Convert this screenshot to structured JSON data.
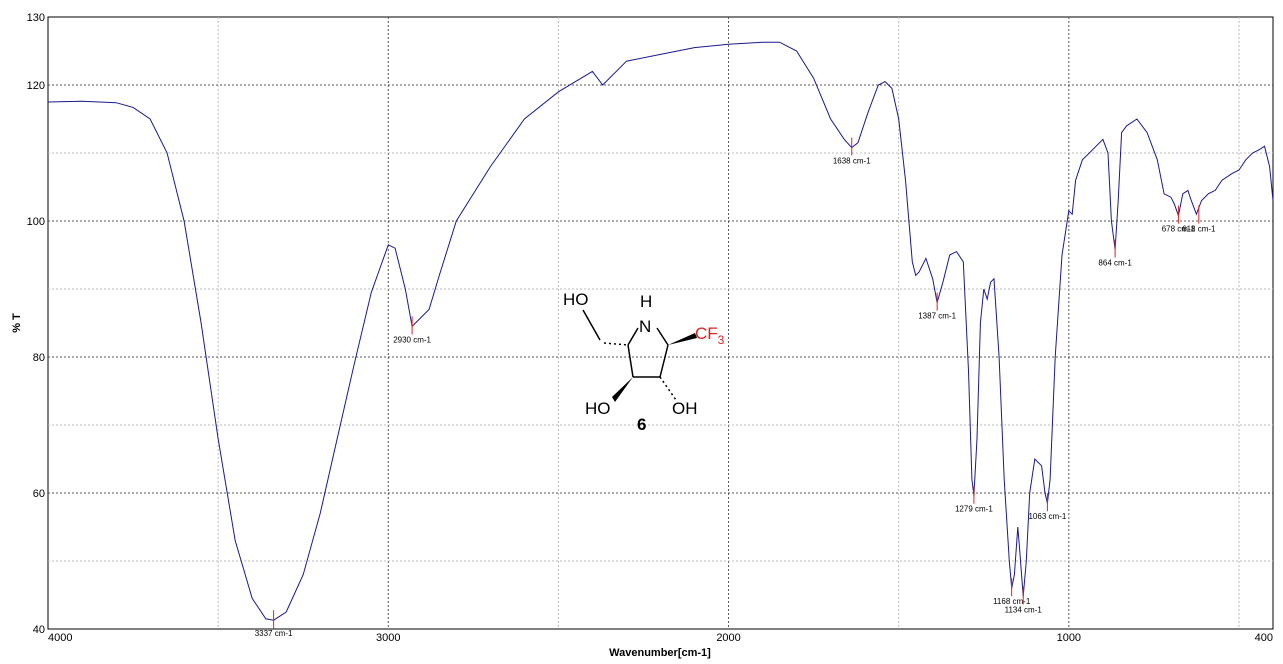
{
  "chart_data": {
    "type": "line",
    "xlabel": "Wavenumber[cm-1]",
    "ylabel": "% T",
    "xlim": [
      4000,
      400
    ],
    "ylim": [
      40,
      130
    ],
    "x_reversed": true,
    "grid": true,
    "x_ticks": [
      4000,
      3000,
      2000,
      1000,
      400
    ],
    "y_ticks": [
      40,
      60,
      80,
      100,
      120,
      130
    ],
    "series": [
      {
        "color": "#1a1a8c",
        "points": [
          [
            4000,
            117.5
          ],
          [
            3900,
            117.6
          ],
          [
            3800,
            117.4
          ],
          [
            3750,
            116.7
          ],
          [
            3700,
            115.0
          ],
          [
            3650,
            110.0
          ],
          [
            3600,
            100.0
          ],
          [
            3550,
            85.0
          ],
          [
            3500,
            68.0
          ],
          [
            3450,
            53.0
          ],
          [
            3400,
            44.5
          ],
          [
            3360,
            41.5
          ],
          [
            3337,
            41.3
          ],
          [
            3300,
            42.5
          ],
          [
            3250,
            48.0
          ],
          [
            3200,
            57.0
          ],
          [
            3150,
            68.0
          ],
          [
            3100,
            79.0
          ],
          [
            3050,
            89.5
          ],
          [
            3000,
            96.5
          ],
          [
            2980,
            96.0
          ],
          [
            2950,
            90.0
          ],
          [
            2930,
            84.5
          ],
          [
            2910,
            85.5
          ],
          [
            2880,
            87.0
          ],
          [
            2850,
            92.0
          ],
          [
            2800,
            100.0
          ],
          [
            2700,
            108.0
          ],
          [
            2600,
            115.0
          ],
          [
            2500,
            119.0
          ],
          [
            2400,
            122.0
          ],
          [
            2370,
            120.0
          ],
          [
            2300,
            123.5
          ],
          [
            2200,
            124.5
          ],
          [
            2100,
            125.5
          ],
          [
            2000,
            126.0
          ],
          [
            1900,
            126.3
          ],
          [
            1850,
            126.3
          ],
          [
            1800,
            125.0
          ],
          [
            1750,
            121.0
          ],
          [
            1700,
            115.0
          ],
          [
            1660,
            112.0
          ],
          [
            1638,
            110.8
          ],
          [
            1620,
            111.5
          ],
          [
            1590,
            116.0
          ],
          [
            1560,
            120.0
          ],
          [
            1540,
            120.5
          ],
          [
            1520,
            119.5
          ],
          [
            1500,
            115.0
          ],
          [
            1480,
            106.0
          ],
          [
            1460,
            94.0
          ],
          [
            1450,
            92.0
          ],
          [
            1440,
            92.5
          ],
          [
            1420,
            94.5
          ],
          [
            1400,
            91.5
          ],
          [
            1387,
            88.0
          ],
          [
            1370,
            91.0
          ],
          [
            1350,
            95.0
          ],
          [
            1330,
            95.5
          ],
          [
            1310,
            94.0
          ],
          [
            1295,
            78.0
          ],
          [
            1285,
            62.0
          ],
          [
            1279,
            59.6
          ],
          [
            1270,
            68.0
          ],
          [
            1260,
            85.0
          ],
          [
            1250,
            90.0
          ],
          [
            1240,
            88.5
          ],
          [
            1230,
            91.0
          ],
          [
            1220,
            91.5
          ],
          [
            1205,
            80.0
          ],
          [
            1190,
            62.0
          ],
          [
            1175,
            50.0
          ],
          [
            1168,
            46.0
          ],
          [
            1160,
            48.0
          ],
          [
            1150,
            55.0
          ],
          [
            1145,
            52.0
          ],
          [
            1134,
            44.8
          ],
          [
            1125,
            50.0
          ],
          [
            1115,
            60.0
          ],
          [
            1100,
            65.0
          ],
          [
            1080,
            64.0
          ],
          [
            1070,
            60.0
          ],
          [
            1063,
            58.5
          ],
          [
            1055,
            62.0
          ],
          [
            1040,
            80.0
          ],
          [
            1020,
            95.0
          ],
          [
            1000,
            101.5
          ],
          [
            990,
            101.0
          ],
          [
            980,
            106.0
          ],
          [
            960,
            109.0
          ],
          [
            940,
            110.0
          ],
          [
            920,
            111.0
          ],
          [
            900,
            112.0
          ],
          [
            885,
            110.0
          ],
          [
            875,
            100.0
          ],
          [
            864,
            95.8
          ],
          [
            855,
            103.0
          ],
          [
            845,
            113.0
          ],
          [
            830,
            114.0
          ],
          [
            800,
            115.0
          ],
          [
            770,
            113.0
          ],
          [
            740,
            109.0
          ],
          [
            720,
            104.0
          ],
          [
            700,
            103.5
          ],
          [
            690,
            102.5
          ],
          [
            678,
            100.8
          ],
          [
            665,
            104.0
          ],
          [
            650,
            104.5
          ],
          [
            640,
            103.0
          ],
          [
            625,
            101.0
          ],
          [
            610,
            103.0
          ],
          [
            590,
            104.0
          ],
          [
            570,
            104.5
          ],
          [
            550,
            106.0
          ],
          [
            520,
            107.0
          ],
          [
            500,
            107.5
          ],
          [
            480,
            109.0
          ],
          [
            460,
            110.0
          ],
          [
            440,
            110.5
          ],
          [
            425,
            111.0
          ],
          [
            410,
            108.0
          ],
          [
            400,
            103.0
          ]
        ]
      }
    ],
    "annotations": [
      {
        "x": 3337,
        "y": 41.3,
        "label": "3337 cm-1"
      },
      {
        "x": 2930,
        "y": 84.5,
        "label": "2930 cm-1"
      },
      {
        "x": 1638,
        "y": 110.8,
        "label": "1638 cm-1"
      },
      {
        "x": 1387,
        "y": 88.0,
        "label": "1387 cm-1"
      },
      {
        "x": 1279,
        "y": 59.6,
        "label": "1279 cm-1"
      },
      {
        "x": 1168,
        "y": 46.0,
        "label": "1168 cm-1"
      },
      {
        "x": 1134,
        "y": 44.8,
        "label": "1134 cm-1"
      },
      {
        "x": 1063,
        "y": 58.5,
        "label": "1063 cm-1"
      },
      {
        "x": 864,
        "y": 95.8,
        "label": "864 cm-1"
      },
      {
        "x": 678,
        "y": 100.8,
        "label": "678 cm-1"
      },
      {
        "x": 618,
        "y": 100.8,
        "label": "618 cm-1"
      }
    ],
    "structure": {
      "compound_number": "6",
      "labels": {
        "ho_top": "HO",
        "nh": "H\nN",
        "cf3": "CF3",
        "ho_left": "HO",
        "oh_right": "OH"
      }
    }
  }
}
